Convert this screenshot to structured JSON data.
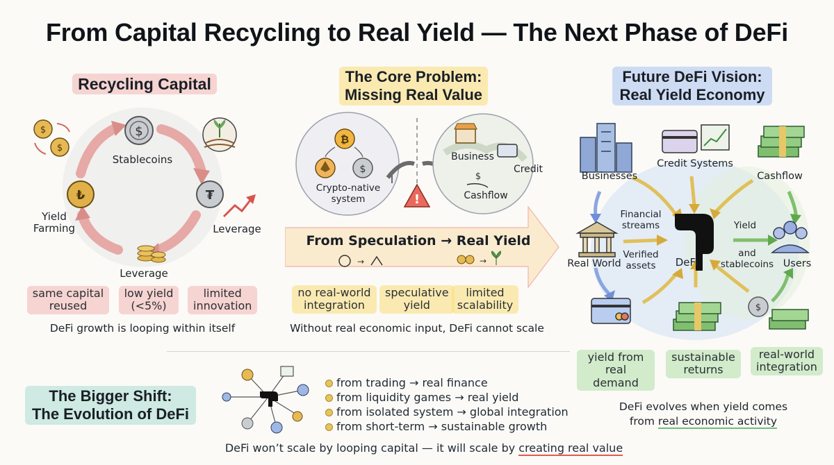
{
  "title": "From Capital Recycling to Real Yield — The Next Phase of DeFi",
  "colors": {
    "pink": "#f3c2c2",
    "yellow": "#f8dd86",
    "blue": "#b9cdf3",
    "green": "#bfe3b4",
    "teal": "#bfe5dc",
    "ink": "#1f2933"
  },
  "left_panel": {
    "title": "Recycling Capital",
    "cycle_nodes": {
      "top": "Stablecoins",
      "right": "Leverage",
      "bottom": "Leverage",
      "left_line1": "Yield",
      "left_line2": "Farming"
    },
    "icons": [
      "coins-icon",
      "dollar-coin-icon",
      "tether-coin-icon",
      "tbtc-coin-icon",
      "coin-stack-icon",
      "farm-icon",
      "up-arrow-icon"
    ],
    "pills": [
      {
        "line1": "same capital",
        "line2": "reused"
      },
      {
        "line1": "low yield",
        "line2": "(<5%)"
      },
      {
        "line1": "limited",
        "line2": "innovation"
      }
    ],
    "caption": "DeFi growth is looping within itself"
  },
  "middle_panel": {
    "title_line1": "The Core Problem:",
    "title_line2": "Missing Real Value",
    "left_bubble_label_line1": "Crypto-native",
    "left_bubble_label_line2": "system",
    "right_bubble": {
      "business": "Business",
      "credit": "Credit",
      "cashflow": "Cashflow"
    },
    "arrow_text": "From Speculation → Real Yield",
    "pills": [
      {
        "line1": "no real-world",
        "line2": "integration"
      },
      {
        "line1": "speculative",
        "line2": "yield"
      },
      {
        "line1": "limited",
        "line2": "scalability"
      }
    ],
    "caption": "Without real economic input, DeFi cannot scale"
  },
  "right_panel": {
    "title_line1": "Future DeFi Vision:",
    "title_line2": "Real Yield Economy",
    "nodes": {
      "businesses": "Businesses",
      "credit": "Credit Systems",
      "cashflow": "Cashflow",
      "real_world": "Real World",
      "users": "Users",
      "center": "DeFi"
    },
    "flow_labels": {
      "financial_streams_line1": "Financial",
      "financial_streams_line2": "streams",
      "verified_assets_line1": "Verified",
      "verified_assets_line2": "assets",
      "yield": "Yield",
      "and_stablecoins_line1": "and",
      "and_stablecoins_line2": "stablecoins"
    },
    "pills": [
      {
        "line1": "yield from",
        "line2": "real demand"
      },
      {
        "line1": "sustainable",
        "line2": "returns"
      },
      {
        "line1": "real-world",
        "line2": "integration"
      }
    ]
  },
  "bottom": {
    "title_line1": "The Bigger Shift:",
    "title_line2": "The Evolution of DeFi",
    "shifts": [
      "from trading → real finance",
      "from liquidity games → real yield",
      "from isolated system → global integration",
      "from short-term → sustainable growth"
    ],
    "right_caption_line1": "DeFi evolves when yield comes",
    "right_caption_line2_a": "from ",
    "right_caption_line2_b": "real economic activity",
    "footer_a": "DeFi won’t scale by looping capital — it will scale by ",
    "footer_b": "creating real value"
  }
}
